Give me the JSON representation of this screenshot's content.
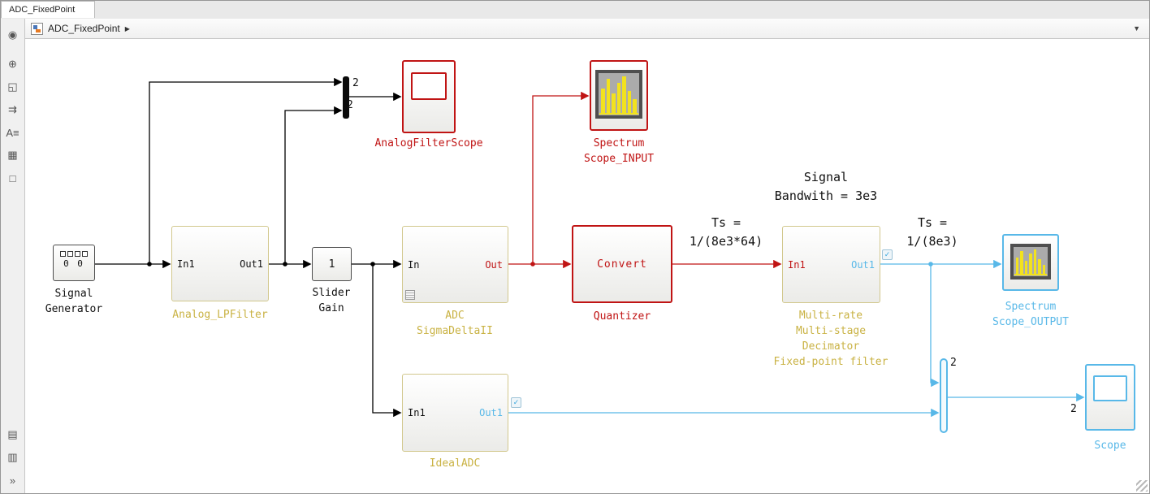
{
  "window": {
    "tab_title": "ADC_FixedPoint",
    "breadcrumb": "ADC_FixedPoint"
  },
  "icons": {
    "breadcrumb_arrow": "▶",
    "dropdown_arrow": "▼",
    "check": "✓"
  },
  "colors": {
    "wire_red": "#c01414",
    "wire_cyan": "#58b8e8",
    "label_olive": "#c9b243",
    "screen_yellow": "#f2e21e",
    "block_border_subsys": "#d2c88e"
  },
  "toolbar": {
    "items": [
      {
        "name": "hide-browser",
        "glyph": "◉"
      },
      {
        "name": "zoom",
        "glyph": "⊕"
      },
      {
        "name": "fit-to-view",
        "glyph": "◱"
      },
      {
        "name": "update-diagram",
        "glyph": "⇉"
      },
      {
        "name": "annotation",
        "glyph": "A≡"
      },
      {
        "name": "image",
        "glyph": "▦"
      },
      {
        "name": "area",
        "glyph": "□"
      }
    ],
    "bottom_items": [
      {
        "name": "sample-time-legend",
        "glyph": "▤"
      },
      {
        "name": "model-data",
        "glyph": "▥"
      },
      {
        "name": "expand",
        "glyph": "»"
      }
    ]
  },
  "blocks": {
    "signal_generator": {
      "name": "Signal\nGenerator",
      "display": "0 0"
    },
    "analog_lpfilter": {
      "name": "Analog_LPFilter",
      "in": "In1",
      "out": "Out1"
    },
    "slider_gain": {
      "name": "Slider\nGain",
      "value": "1"
    },
    "analog_filter_scope": {
      "name": "AnalogFilterScope"
    },
    "adc": {
      "name": "ADC\nSigmaDeltaII",
      "in": "In",
      "out": "Out"
    },
    "spectrum_scope_input": {
      "name": "Spectrum\nScope_INPUT"
    },
    "quantizer": {
      "name": "Quantizer",
      "text": "Convert"
    },
    "decimator": {
      "name": "Multi-rate\nMulti-stage\nDecimator\nFixed-point filter",
      "in": "In1",
      "out": "Out1"
    },
    "spectrum_scope_output": {
      "name": "Spectrum\nScope_OUTPUT"
    },
    "ideal_adc": {
      "name": "IdealADC",
      "in": "In1",
      "out": "Out1"
    },
    "scope": {
      "name": "Scope"
    }
  },
  "annotations": {
    "bandwidth": "Signal\nBandwith = 3e3",
    "ts_fast": "Ts =\n1/(8e3*64)",
    "ts_slow": "Ts =\n1/(8e3)"
  },
  "signal_labels": {
    "mux_top_a": "2",
    "mux_top_b": "2",
    "mux_bottom": "2",
    "scope_in": "2"
  },
  "scope_icon": {
    "bars": [
      62,
      85,
      48,
      75,
      92,
      55,
      34
    ]
  }
}
